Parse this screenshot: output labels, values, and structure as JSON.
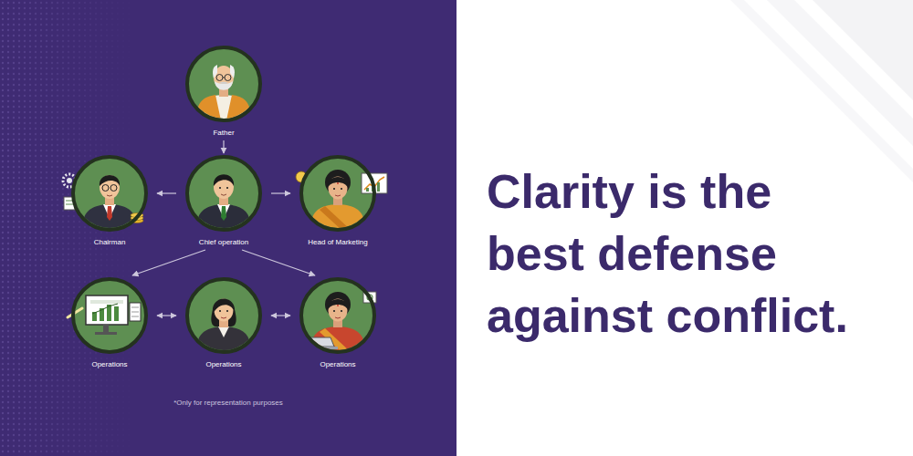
{
  "diagram": {
    "title": "Clarity is the best defense against conflict.",
    "nodes": [
      {
        "text": [
          "Father"
        ]
      },
      {
        "text": [
          "Chairman"
        ]
      },
      {
        "text": [
          "Chief operation"
        ]
      },
      {
        "text": [
          "Head of Marketing"
        ]
      },
      {
        "text": [
          "Operations"
        ]
      },
      {
        "text": [
          "Operations"
        ]
      },
      {
        "text": [
          "Operations"
        ]
      }
    ],
    "edges": [
      {
        "from": 0,
        "to": 2,
        "arrow": "to"
      },
      {
        "from": 2,
        "to": 1,
        "arrow": "to"
      },
      {
        "from": 2,
        "to": 3,
        "arrow": "to"
      },
      {
        "from": 2,
        "to": 4,
        "arrow": "to"
      },
      {
        "from": 2,
        "to": 6,
        "arrow": "to"
      },
      {
        "from": 4,
        "to": 5,
        "arrow": "both"
      },
      {
        "from": 5,
        "to": 6,
        "arrow": "both"
      }
    ],
    "labels": [
      "*Only for representation purposes"
    ]
  }
}
